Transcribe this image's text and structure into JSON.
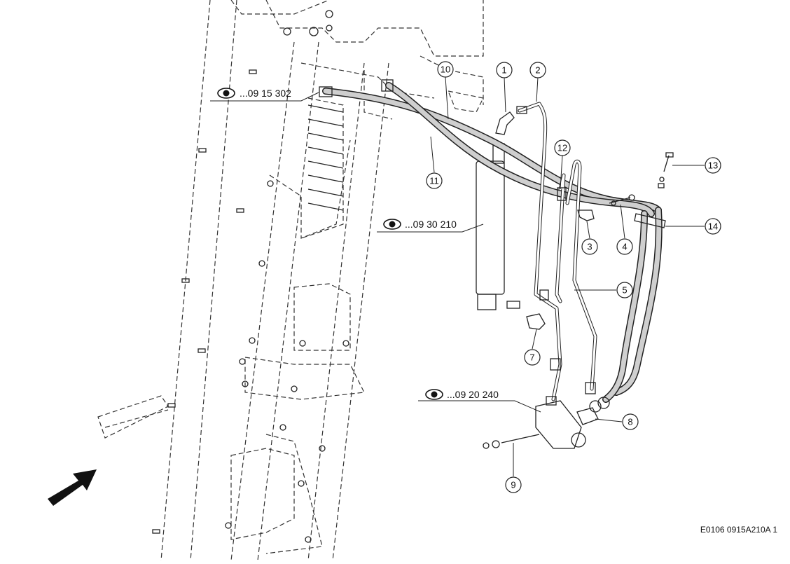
{
  "drawing": {
    "callouts": [
      {
        "id": "1",
        "label": "1"
      },
      {
        "id": "2",
        "label": "2"
      },
      {
        "id": "3",
        "label": "3"
      },
      {
        "id": "4",
        "label": "4"
      },
      {
        "id": "5",
        "label": "5"
      },
      {
        "id": "7",
        "label": "7"
      },
      {
        "id": "8",
        "label": "8"
      },
      {
        "id": "9",
        "label": "9"
      },
      {
        "id": "10",
        "label": "10"
      },
      {
        "id": "11",
        "label": "11"
      },
      {
        "id": "12",
        "label": "12"
      },
      {
        "id": "13",
        "label": "13"
      },
      {
        "id": "14",
        "label": "14"
      }
    ],
    "references": [
      {
        "id": "ref-a",
        "text": "...09 15 302"
      },
      {
        "id": "ref-b",
        "text": "...09 30 210"
      },
      {
        "id": "ref-c",
        "text": "...09 20 240"
      }
    ],
    "drawing_code": "E0106 0915A210A 1",
    "icons": {
      "reference": "eye-icon",
      "direction": "arrow-icon"
    }
  }
}
